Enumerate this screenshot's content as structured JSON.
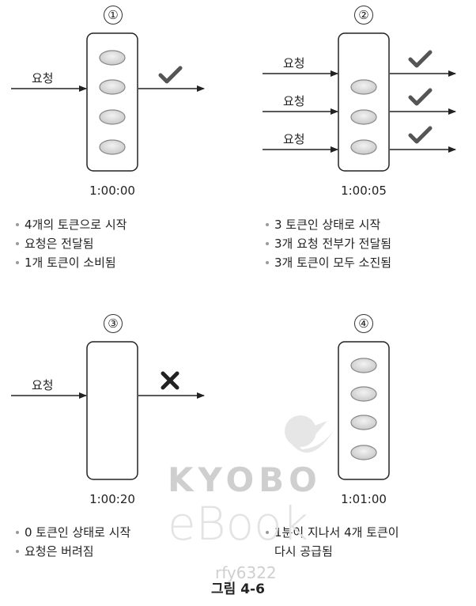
{
  "panels": [
    {
      "number": "①",
      "timestamp": "1:00:00",
      "request_label": "요청",
      "tokens": 4,
      "bullets": [
        "4개의 토큰으로 시작",
        "요청은 전달됨",
        "1개 토큰이 소비됨"
      ]
    },
    {
      "number": "②",
      "timestamp": "1:00:05",
      "request_label": "요청",
      "tokens": 3,
      "bullets": [
        "3 토큰인 상태로 시작",
        "3개 요청 전부가 전달됨",
        "3개 토큰이 모두 소진됨"
      ]
    },
    {
      "number": "③",
      "timestamp": "1:00:20",
      "request_label": "요청",
      "tokens": 0,
      "bullets": [
        "0 토큰인 상태로 시작",
        "요청은 버려짐"
      ]
    },
    {
      "number": "④",
      "timestamp": "1:01:00",
      "tokens": 4,
      "bullets": [
        "1분이 지나서 4개 토큰이",
        "다시 공급됨"
      ]
    }
  ],
  "watermark": {
    "brand": "KYOBO",
    "product": "eBook",
    "user": "rfy6322"
  },
  "caption": "그림 4-6",
  "colors": {
    "line": "#222222",
    "token_fill": "#d9d9d9",
    "check": "#555555",
    "cross": "#222222"
  }
}
